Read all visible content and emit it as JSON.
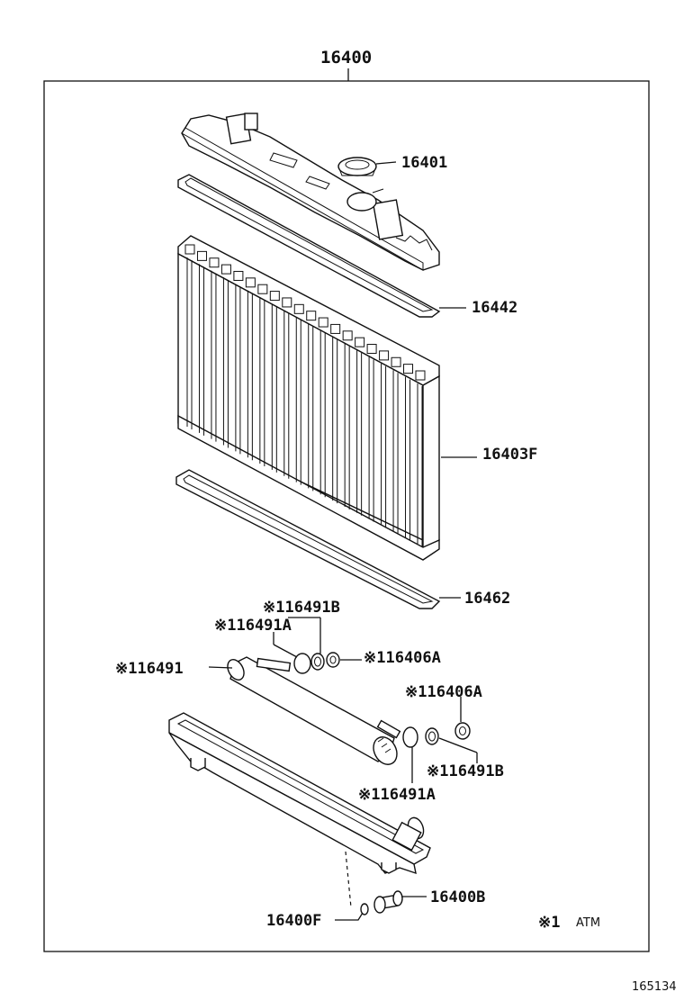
{
  "diagram": {
    "assembly_number": "16400",
    "figure_id": "165134",
    "note_marker": "※1",
    "note_text": "ATM",
    "parts": [
      {
        "id": "cap",
        "label": "16401"
      },
      {
        "id": "upper-gasket",
        "label": "16442"
      },
      {
        "id": "core",
        "label": "16403F"
      },
      {
        "id": "lower-gasket",
        "label": "16462"
      },
      {
        "id": "oring-b-top",
        "label": "※116491B"
      },
      {
        "id": "oring-a-top",
        "label": "※116491A"
      },
      {
        "id": "nut-top",
        "label": "※116406A"
      },
      {
        "id": "oil-cooler",
        "label": "※116491"
      },
      {
        "id": "nut-bottom",
        "label": "※116406A"
      },
      {
        "id": "oring-b-bottom",
        "label": "※116491B"
      },
      {
        "id": "oring-a-bottom",
        "label": "※116491A"
      },
      {
        "id": "drain-cock",
        "label": "16400B"
      },
      {
        "id": "drain-plug",
        "label": "16400F"
      }
    ]
  }
}
